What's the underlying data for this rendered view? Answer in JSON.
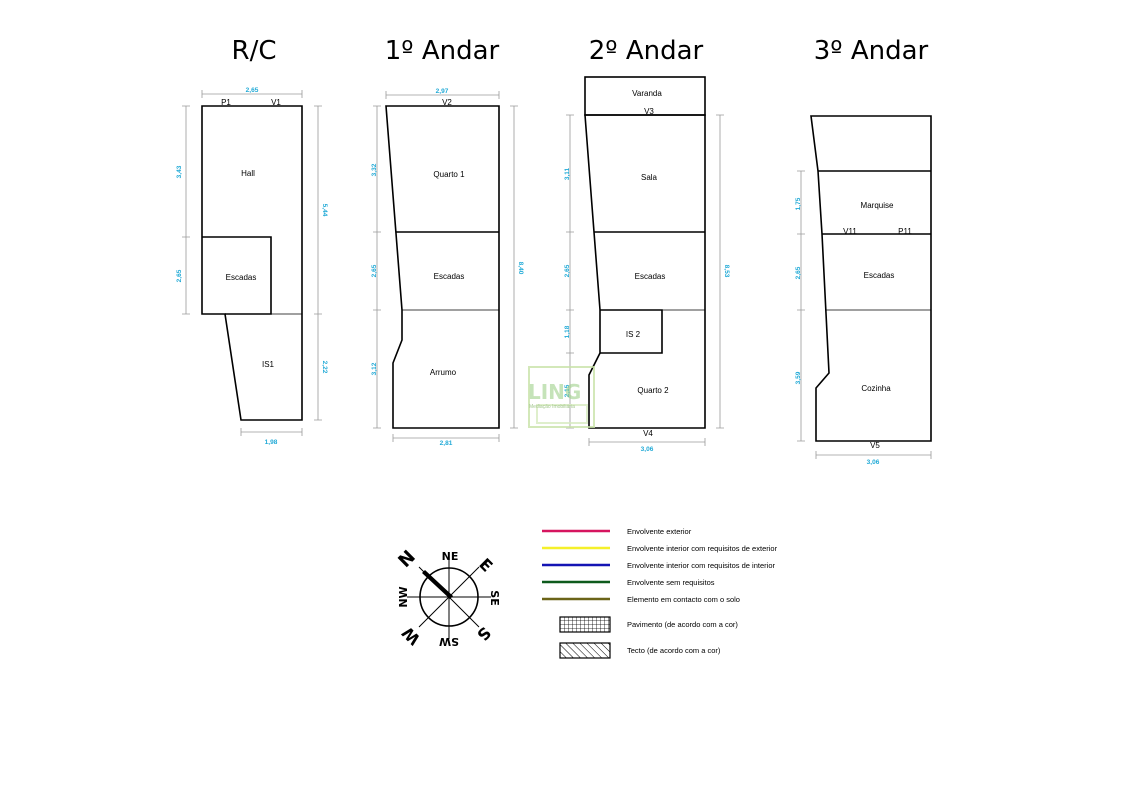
{
  "floors": [
    {
      "title": "R/C",
      "rooms": [
        "Hall",
        "Escadas",
        "IS1"
      ],
      "openings": [
        "P1",
        "V1"
      ],
      "dims": [
        "2,65",
        "3,43",
        "2,65",
        "5,44",
        "2,22",
        "1,98"
      ]
    },
    {
      "title": "1º Andar",
      "rooms": [
        "Quarto 1",
        "Escadas",
        "Arrumo"
      ],
      "openings": [
        "V2"
      ],
      "dims": [
        "2,97",
        "3,32",
        "2,65",
        "3,12",
        "8,40",
        "2,81"
      ]
    },
    {
      "title": "2º Andar",
      "rooms": [
        "Varanda",
        "Sala",
        "Escadas",
        "IS 2",
        "Quarto 2"
      ],
      "openings": [
        "V3",
        "V4"
      ],
      "dims": [
        "3,11",
        "2,65",
        "1,18",
        "2,15",
        "8,53",
        "3,06"
      ]
    },
    {
      "title": "3º Andar",
      "rooms": [
        "Marquise",
        "Escadas",
        "Cozinha"
      ],
      "openings": [
        "V11",
        "P11",
        "V5"
      ],
      "dims": [
        "1,75",
        "2,65",
        "3,59",
        "3,06"
      ]
    }
  ],
  "compass": {
    "labels": [
      "N",
      "NE",
      "E",
      "SE",
      "S",
      "SW",
      "W",
      "NW"
    ]
  },
  "legend": {
    "lines": [
      {
        "label": "Envolvente exterior",
        "color": "#d6155f"
      },
      {
        "label": "Envolvente interior com requisitos de exterior",
        "color": "#f5f02a"
      },
      {
        "label": "Envolvente interior com requisitos de interior",
        "color": "#1414b4"
      },
      {
        "label": "Envolvente sem requisitos",
        "color": "#0d5a1c"
      },
      {
        "label": "Elemento em contacto com o solo",
        "color": "#6b6418"
      }
    ],
    "patterns": [
      {
        "label": "Pavimento (de acordo com a cor)"
      },
      {
        "label": "Tecto (de acordo com a cor)"
      }
    ]
  },
  "watermark": {
    "logo_text": "LING",
    "tagline": "Mediação Imobiliária"
  }
}
